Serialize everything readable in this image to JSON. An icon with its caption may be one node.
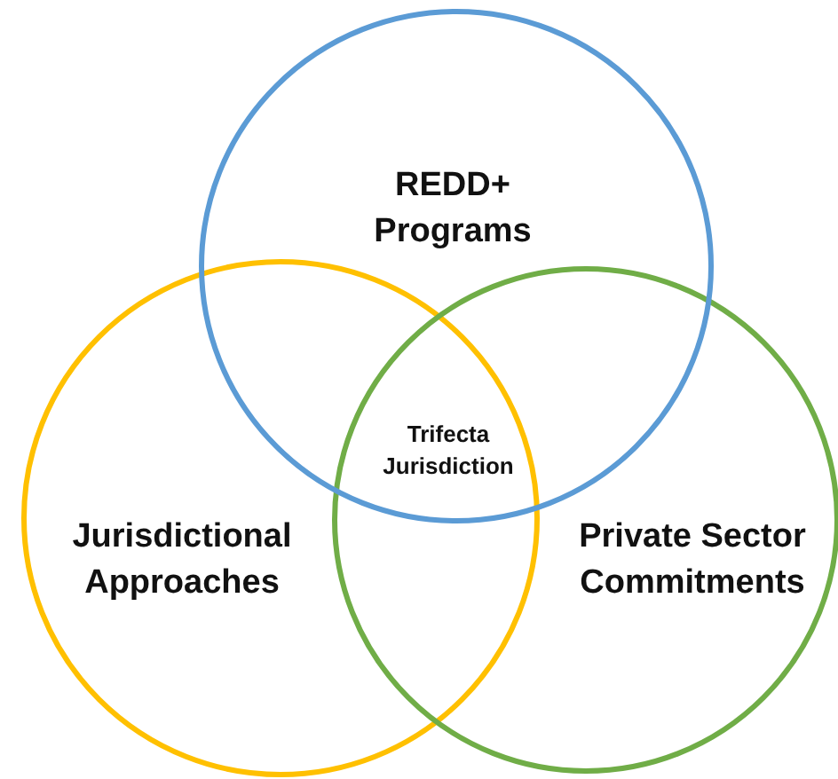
{
  "diagram": {
    "nodes": [
      {
        "text": [
          "REDD+ Programs"
        ]
      },
      {
        "text": [
          "Jurisdictional Approaches"
        ]
      },
      {
        "text": [
          "Private Sector Commitments"
        ]
      }
    ],
    "labels": [
      "Trifecta Jurisdiction"
    ]
  }
}
